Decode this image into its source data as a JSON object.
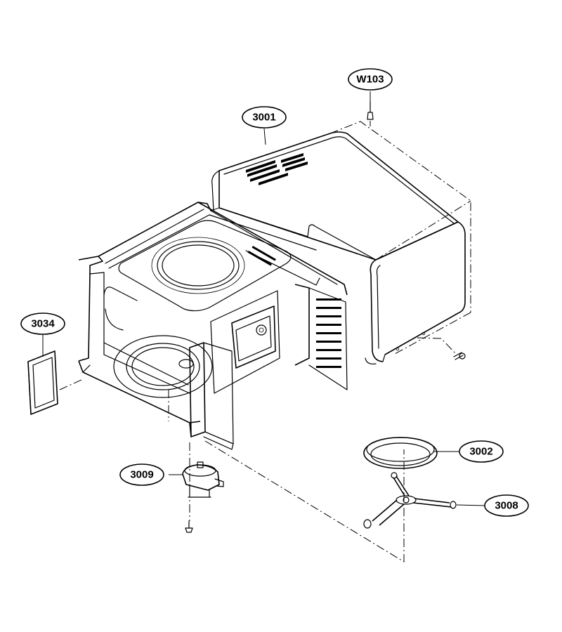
{
  "parts": {
    "w103": "W103",
    "p3001": "3001",
    "p3034": "3034",
    "p3009": "3009",
    "p3002": "3002",
    "p3008": "3008"
  }
}
